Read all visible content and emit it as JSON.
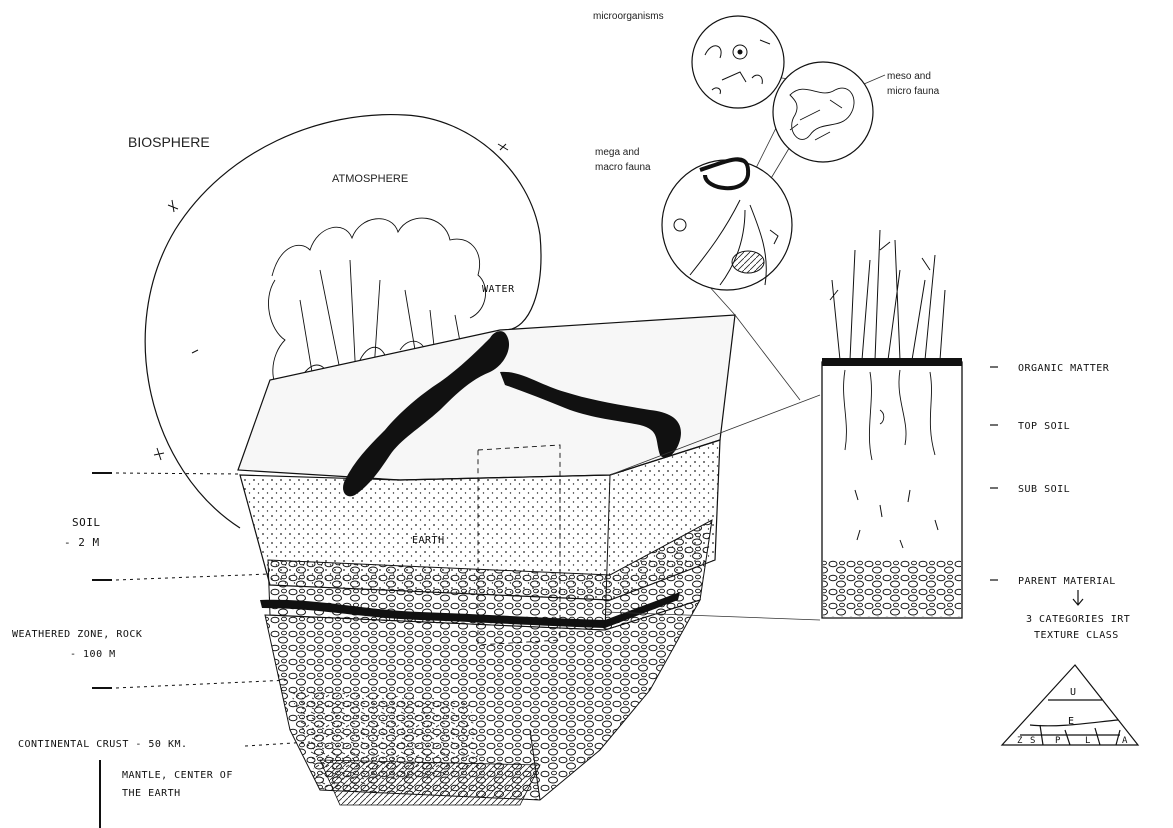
{
  "labels": {
    "biosphere": "BIOSPHERE",
    "atmosphere": "ATMOSPHERE",
    "water": "WATER",
    "earth": "EARTH",
    "microorganisms": "microorganisms",
    "meso_line1": "meso and",
    "meso_line2": "micro fauna",
    "mega_line1": "mega and",
    "mega_line2": "macro fauna"
  },
  "depth_layers": {
    "soil_line1": "SOIL",
    "soil_line2": "- 2 M",
    "weathered_line1": "WEATHERED ZONE, ROCK",
    "weathered_line2": "- 100 M",
    "crust": "CONTINENTAL CRUST - 50 KM.",
    "mantle_line1": "MANTLE, CENTER OF",
    "mantle_line2": "THE EARTH"
  },
  "soil_profile": {
    "organic": "ORGANIC MATTER",
    "topsoil": "TOP SOIL",
    "subsoil": "SUB SOIL",
    "parent": "PARENT MATERIAL",
    "categories_line1": "3 CATEGORIES IRT",
    "categories_line2": "TEXTURE CLASS",
    "triangle_letters": [
      "U",
      "E",
      "Z",
      "S",
      "P",
      "L",
      "A"
    ]
  },
  "icon_names": {
    "arrow": "arrow-down-icon",
    "micro_circle": "microorganism-circle-icon",
    "meso_circle": "meso-fauna-circle-icon",
    "mega_circle": "mega-fauna-circle-icon"
  }
}
